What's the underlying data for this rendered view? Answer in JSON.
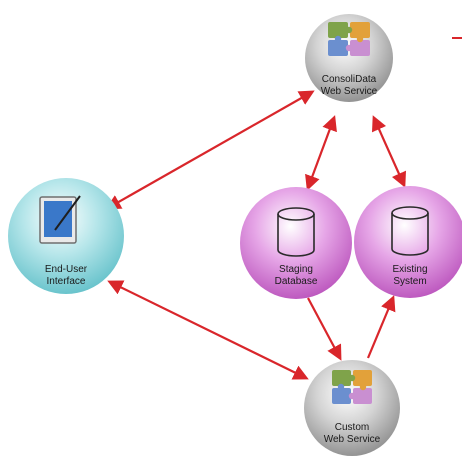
{
  "nodes": {
    "consolidata": {
      "line1": "ConsoliData",
      "line2": "Web Service",
      "icon": "puzzle-icon"
    },
    "end_user": {
      "line1": "End-User",
      "line2": "Interface",
      "icon": "tablet-pen-icon"
    },
    "staging": {
      "line1": "Staging",
      "line2": "Database",
      "icon": "database-cylinder-icon"
    },
    "existing": {
      "line1": "Existing",
      "line2": "System",
      "icon": "database-cylinder-icon"
    },
    "custom": {
      "line1": "Custom",
      "line2": "Web Service",
      "icon": "puzzle-icon"
    }
  },
  "colors": {
    "arrow": "#d9262b",
    "service_node": "#a9a9a9",
    "user_node": "#7fcfd6",
    "db_node": "#cf6fd0"
  }
}
